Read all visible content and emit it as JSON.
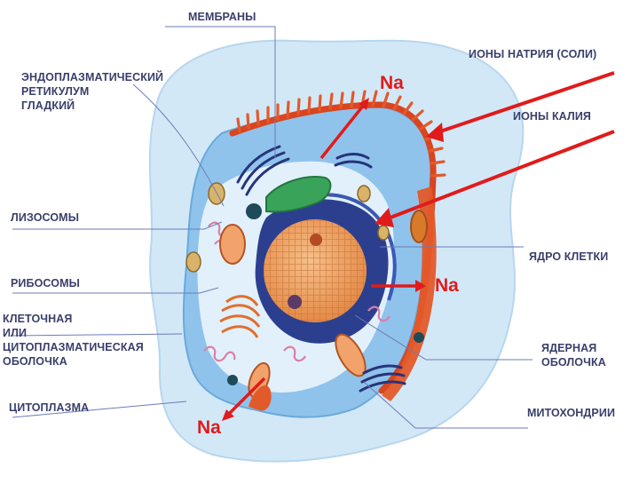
{
  "labels": {
    "membranes": "МЕМБРАНЫ",
    "sodium_ions": "ИОНЫ НАТРИЯ (СОЛИ)",
    "potassium_ions": "ИОНЫ КАЛИЯ",
    "er_line1": "ЭНДОПЛАЗМАТИЧЕСКИЙ",
    "er_line2": "РЕТИКУЛУМ",
    "er_line3": "ГЛАДКИЙ",
    "lysosomes": "ЛИЗОСОМЫ",
    "ribosomes": "РИБОСОМЫ",
    "nucleus": "ЯДРО КЛЕТКИ",
    "membrane_line1": "КЛЕТОЧНАЯ",
    "membrane_line2": "ИЛИ",
    "membrane_line3": "ЦИТОПЛАЗМАТИЧЕСКАЯ",
    "membrane_line4": "ОБОЛОЧКА",
    "nuclear_envelope_line1": "ЯДЕРНАЯ",
    "nuclear_envelope_line2": "ОБОЛОЧКА",
    "cytoplasm": "ЦИТОПЛАЗМА",
    "mitochondria": "МИТОХОНДРИИ"
  },
  "na_markers": {
    "top": "Na",
    "right": "Na",
    "bottom": "Na"
  },
  "colors": {
    "label_text": "#3a3f6b",
    "arrow_red": "#e01b1b",
    "outer_medium": "#cfe6f6",
    "cytoplasm": "#8fc3ec",
    "inner_region": "#e8f3fb",
    "nucleus": "#f0a860",
    "nuclear_envelope": "#2c3f8f",
    "membrane_red": "#d9451f",
    "leader_line": "#6d7bb8"
  }
}
